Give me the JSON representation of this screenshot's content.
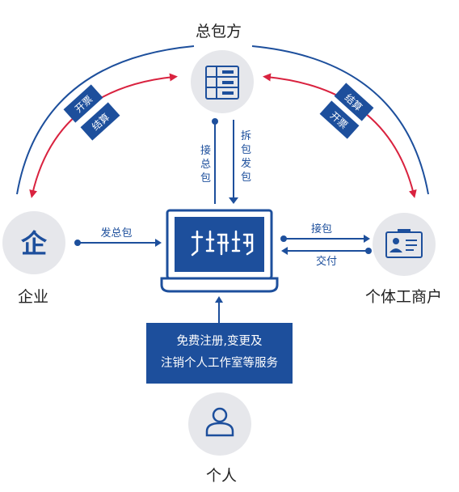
{
  "nodes": {
    "general_contractor": {
      "label": "总包方",
      "icon": "building-icon"
    },
    "enterprise": {
      "label": "企业",
      "icon": "qi-character-icon",
      "icon_text": "企"
    },
    "individual_business": {
      "label": "个体工商户",
      "icon": "id-card-icon"
    },
    "individual": {
      "label": "个人",
      "icon": "person-icon"
    },
    "platform": {
      "icon": "laptop-icon",
      "logo": "logo-mark"
    }
  },
  "edges": {
    "enterprise_to_platform": "发总包",
    "platform_to_business": "接包",
    "business_to_platform": "交付",
    "platform_up": "接总包",
    "contractor_down": "拆包发包",
    "left_arc_invoice": "开票",
    "left_arc_settle": "结算",
    "right_arc_settle": "结算",
    "right_arc_invoice": "开票"
  },
  "service_box": {
    "line1": "免费注册,变更及",
    "line2": "注销个人工作室等服务"
  },
  "colors": {
    "primary": "#1d4f9c",
    "accent_red": "#d9223f",
    "circle_bg": "#e6e7eb",
    "label_text": "#222222"
  }
}
